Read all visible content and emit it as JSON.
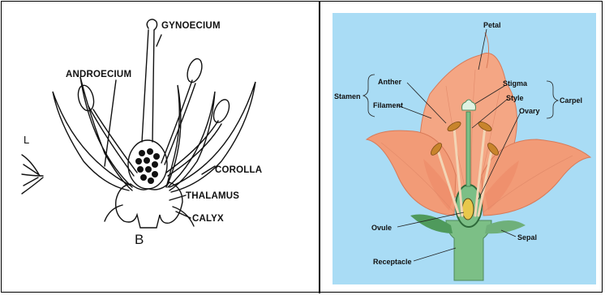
{
  "left_diagram": {
    "labels": {
      "gynoecium": "GYNOECIUM",
      "androecium": "ANDROECIUM",
      "corolla": "COROLLA",
      "thalamus": "THALAMUS",
      "calyx": "CALYX",
      "figure_letter": "B",
      "partial_letter": "L"
    }
  },
  "right_diagram": {
    "colors": {
      "background": "#a9dcf5",
      "petal": "#f09a78",
      "stem": "#7cbf86",
      "anther": "#c8842c"
    },
    "labels": {
      "petal": "Petal",
      "stamen": "Stamen",
      "anther": "Anther",
      "filament": "Filament",
      "stigma": "Stigma",
      "style": "Style",
      "ovary": "Ovary",
      "carpel": "Carpel",
      "ovule": "Ovule",
      "sepal": "Sepal",
      "receptacle": "Receptacle"
    }
  }
}
